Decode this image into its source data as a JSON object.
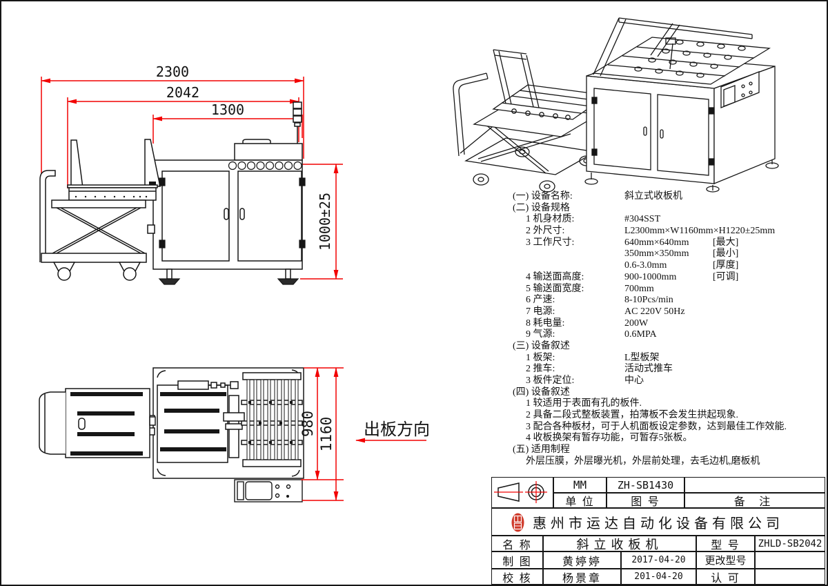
{
  "colors": {
    "line": "#161616",
    "dimension_red": "#f20000",
    "seal_red": "#cf3a2b"
  },
  "side_view": {
    "dim_2300": "2300",
    "dim_2042": "2042",
    "dim_1300": "1300",
    "dim_height": "1000±25"
  },
  "top_view": {
    "dim_980": "980",
    "dim_1160": "1160",
    "direction_label": "出板方向"
  },
  "specs": {
    "rows": [
      {
        "label": "(一) 设备名称:",
        "value": "斜立式收板机"
      },
      {
        "label": "(二) 设备规格"
      },
      {
        "label": "1 机身材质:",
        "value": "#304SST"
      },
      {
        "label": "2 外尺寸:",
        "value": "L2300mm×W1160mm×H1220±25mm"
      },
      {
        "label": "3 工作尺寸:",
        "value": "640mm×640mm",
        "note": "[最大]"
      },
      {
        "label": "",
        "value": "350mm×350mm",
        "note": "[最小]"
      },
      {
        "label": "",
        "value": "0.6-3.0mm",
        "note": "[厚度]"
      },
      {
        "label": "4 输送面高度:",
        "value": "900-1000mm",
        "note": "[可调]"
      },
      {
        "label": "5 输送面宽度:",
        "value": "700mm"
      },
      {
        "label": "6 产速:",
        "value": "8-10Pcs/min"
      },
      {
        "label": "7 电源:",
        "value": "AC 220V 50Hz"
      },
      {
        "label": "8 耗电量:",
        "value": "200W"
      },
      {
        "label": "9 气源:",
        "value": "0.6MPA"
      },
      {
        "label": "(三) 设备叙述"
      },
      {
        "label": "1 板架:",
        "value": "L型板架"
      },
      {
        "label": "2 推车:",
        "value": "活动式推车"
      },
      {
        "label": "3 板件定位:",
        "value": "中心"
      },
      {
        "label": "(四) 设备叙述"
      },
      {
        "label": "1 较适用于表面有孔的板件."
      },
      {
        "label": "2 具备二段式整板装置，拍薄板不会发生拱起现象."
      },
      {
        "label": "3 配合各种板材，可于人机面板设定参数，达到最佳工作效能."
      },
      {
        "label": "4 收板换架有暂存功能，可暂存5张板。"
      },
      {
        "label": "(五) 适用制程"
      },
      {
        "label": "外层压膜，外层曝光机，外层前处理，去毛边机,磨板机"
      }
    ]
  },
  "title_block": {
    "unit_value": "MM",
    "unit_label": "单 位",
    "drawing_no_value": "ZH-SB1430",
    "drawing_no_label": "图 号",
    "remark_label": "备 注",
    "company": "惠州市运达自动化设备有限公司",
    "name_label": "名 称",
    "name_value": "斜立收板机",
    "model_label": "型 号",
    "model_value": "ZHLD-SB2042",
    "drawn_label": "制 图",
    "drawn_by": "黄婷婷",
    "drawn_date": "2017-04-20",
    "change_model_label": "更改型号",
    "check_label": "校 核",
    "checked_by": "杨景章",
    "check_date": "201-04-20",
    "approve_label": "认 可"
  }
}
